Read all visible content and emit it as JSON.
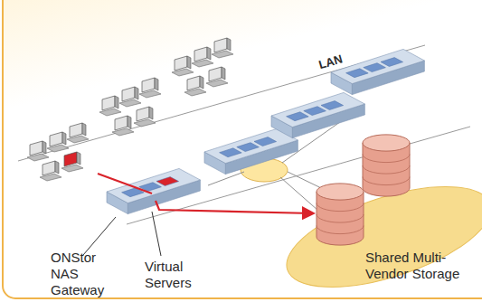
{
  "diagram": {
    "labels": [
      "LAN",
      "ONStor NAS Gateway",
      "Virtual Servers",
      "Shared Multi-Vendor Storage"
    ]
  }
}
